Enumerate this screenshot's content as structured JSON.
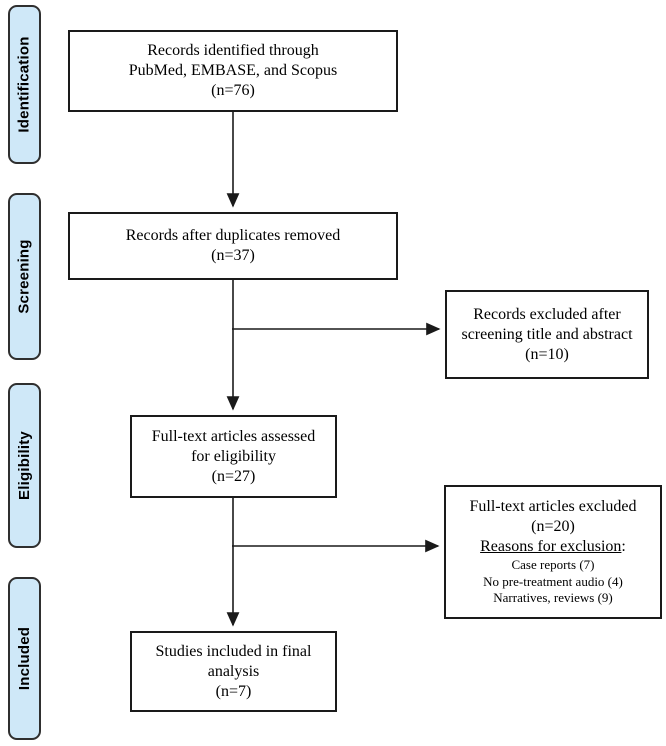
{
  "colors": {
    "stage_fill": "#cfe8f8",
    "stage_border": "#2f2f2f",
    "box_border": "#1a1a1a",
    "arrow": "#1a1a1a",
    "bg": "#ffffff"
  },
  "stages": [
    {
      "label": "Identification"
    },
    {
      "label": "Screening"
    },
    {
      "label": "Eligibility"
    },
    {
      "label": "Included"
    }
  ],
  "boxes": {
    "identified": {
      "lines": [
        "Records identified through",
        "PubMed, EMBASE, and Scopus",
        "(n=76)"
      ]
    },
    "deduplicated": {
      "lines": [
        "Records after duplicates removed",
        "(n=37)"
      ]
    },
    "screened_excluded": {
      "lines": [
        "Records excluded after",
        "screening title and abstract",
        "(n=10)"
      ]
    },
    "fulltext_assessed": {
      "lines": [
        "Full-text articles assessed",
        "for eligibility",
        "(n=27)"
      ]
    },
    "fulltext_excluded": {
      "lines": [
        "Full-text articles excluded",
        "(n=20)"
      ],
      "reasons_heading": "Reasons for exclusion",
      "reasons_colon": ":",
      "reasons": [
        "Case reports (7)",
        "No pre-treatment audio (4)",
        "Narratives, reviews (9)"
      ]
    },
    "included": {
      "lines": [
        "Studies included in final",
        "analysis",
        "(n=7)"
      ]
    }
  }
}
